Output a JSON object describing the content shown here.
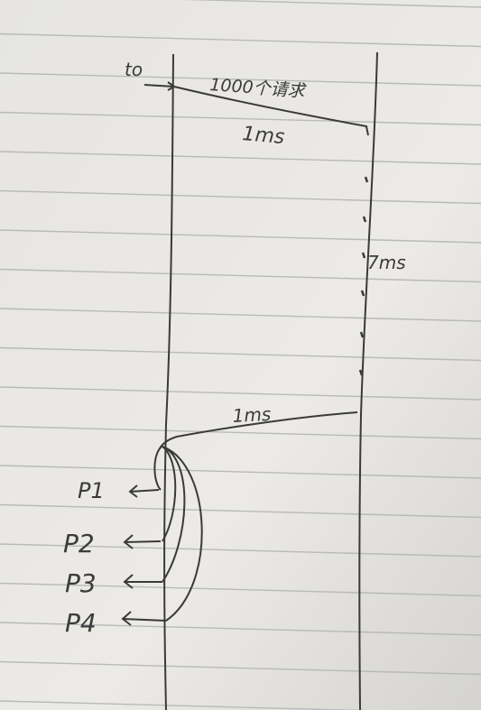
{
  "diagram": {
    "t0_label": "to",
    "request_label": "1000个请求",
    "top_latency_label": "1ms",
    "middle_gap_label": "7ms",
    "bottom_latency_label": "1ms",
    "p_labels": [
      "P1",
      "P2",
      "P3",
      "P4"
    ]
  },
  "colors": {
    "paper": "#e8e7e3",
    "rule": "#b8b9bc",
    "ink": "#3a3a3a"
  }
}
